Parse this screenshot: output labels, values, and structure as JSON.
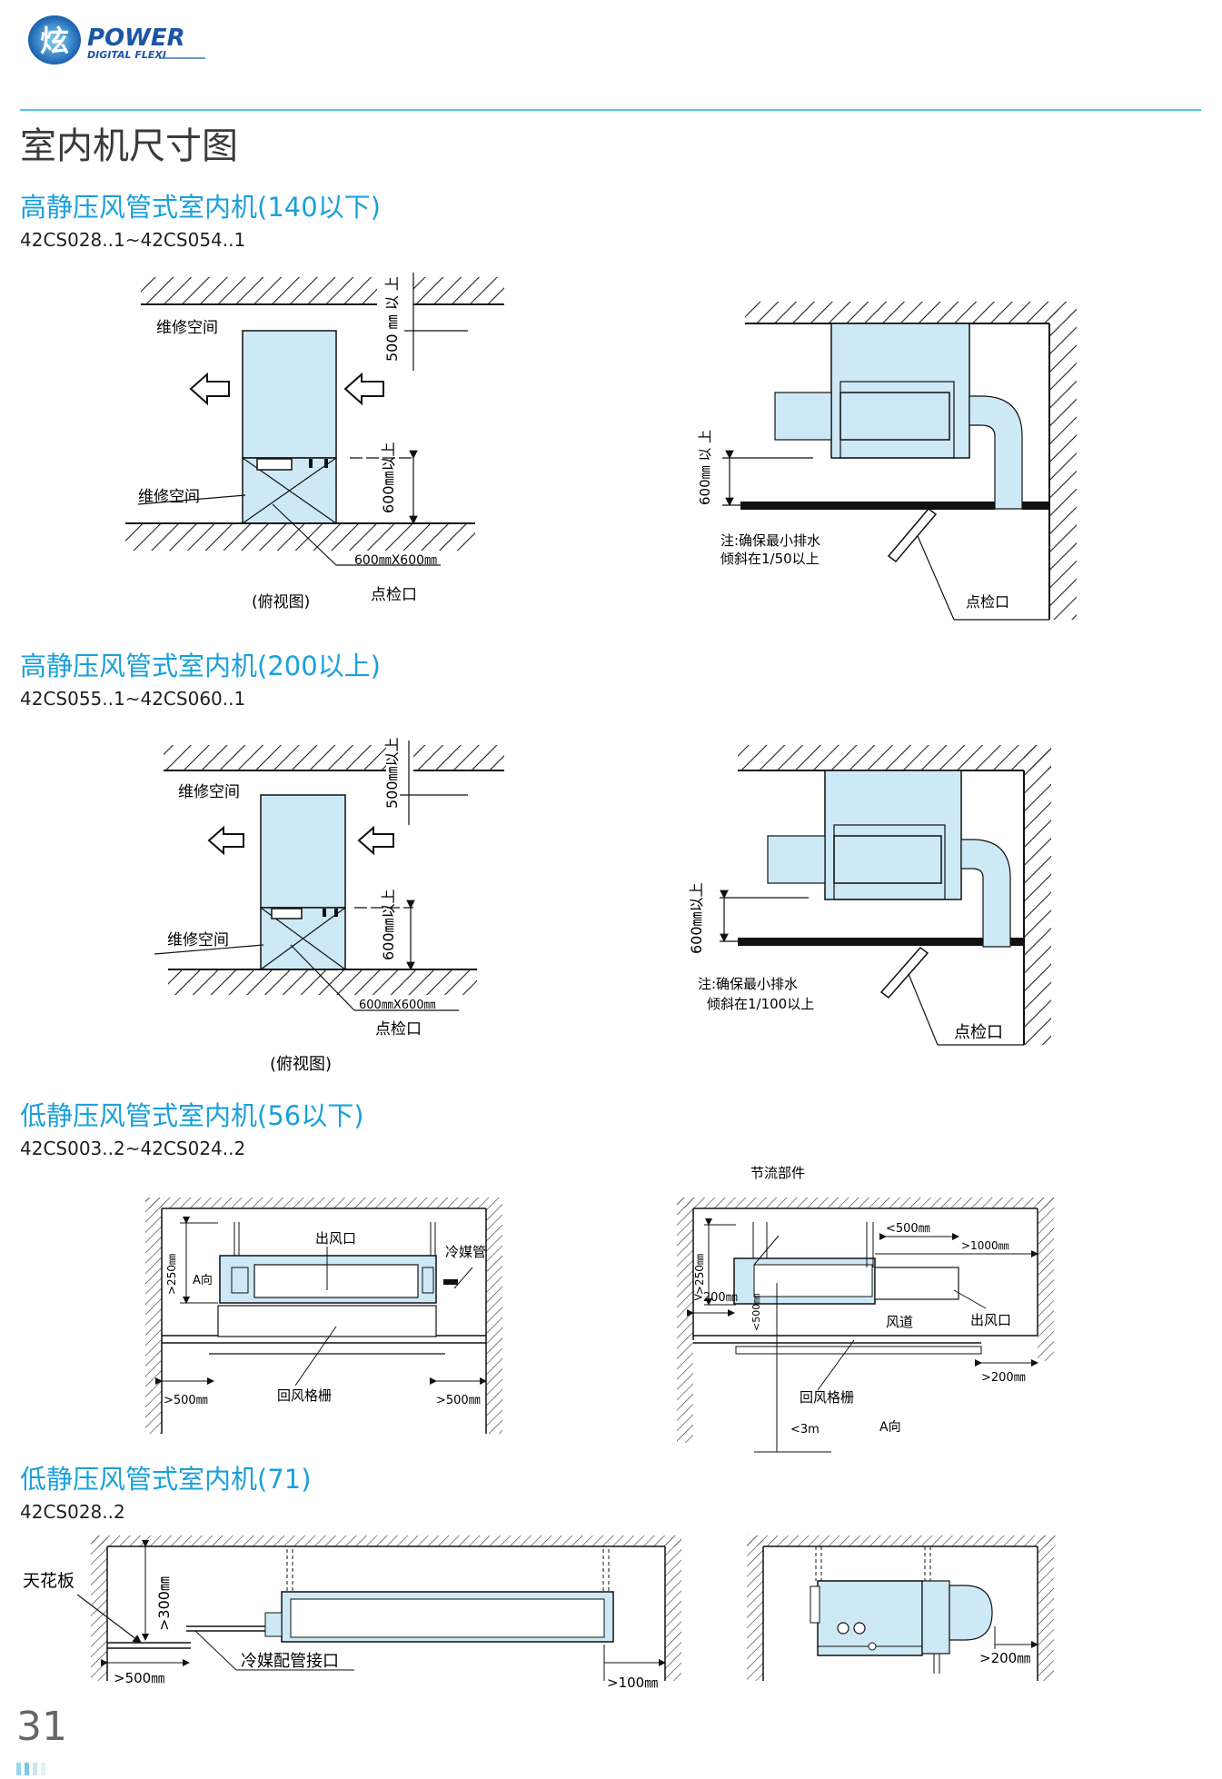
{
  "brand": {
    "name": "POWER",
    "sub": "DIGITAL FLEXI",
    "mark": "炫"
  },
  "page_title": "室内机尺寸图",
  "page_number": "31",
  "sections": [
    {
      "title": "高静压风管式室内机(140以下)",
      "model": "42CS028..1~42CS054..1"
    },
    {
      "title": "高静压风管式室内机(200以上)",
      "model": "42CS055..1~42CS060..1"
    },
    {
      "title": "低静压风管式室内机(56以下)",
      "model": "42CS003..2~42CS024..2"
    },
    {
      "title": "低静压风管式室内机(71)",
      "model": "42CS028..2"
    }
  ],
  "labels": {
    "maint": "维修空间",
    "d500": "500㎜以上",
    "d600": "600㎜以上",
    "d600_s1": "600㎜ 以 上",
    "d500_s1": "500 ㎜ 以 上",
    "d600_r1": "600㎜ 以 上",
    "hatch": "600㎜X600㎜",
    "top_view": "(俯视图)",
    "inspect": "点检口",
    "note1a": "注:确保最小排水",
    "note1b": "倾斜在1/50以上",
    "note2a": "注:确保最小排水",
    "note2b": "倾斜在1/100以上",
    "outlet": "出风口",
    "refrig_pipe": "冷媒管",
    "dir_a": "A向",
    "gt250": ">250㎜",
    "gt500": ">500㎜",
    "return_grille": "回风格栅",
    "throttle": "节流部件",
    "lt500": "<500㎜",
    "gt1000": ">1000㎜",
    "gt200": ">200㎜",
    "lt500v": "<500㎜",
    "duct": "风道",
    "lt3m": "<3m",
    "ceiling": "天花板",
    "gt300": ">300㎜",
    "refrig_port": "冷媒配管接口",
    "gt100": ">100㎜"
  }
}
